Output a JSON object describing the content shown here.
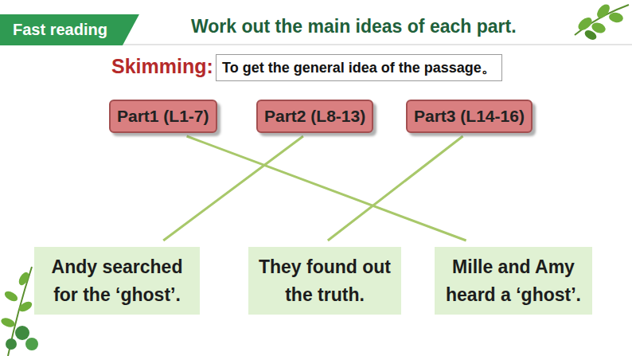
{
  "diagram": {
    "title": "Work out the main ideas of each part.",
    "nodes": [
      {
        "text": [
          "Fast reading"
        ]
      },
      {
        "text": [
          "To get the general idea of the passage。"
        ]
      },
      {
        "text": [
          "Part1 (L1-7)"
        ]
      },
      {
        "text": [
          "Part2 (L8-13)"
        ]
      },
      {
        "text": [
          "Part3 (L14-16)"
        ]
      },
      {
        "text": [
          "Andy searched for the ‘ghost’."
        ]
      },
      {
        "text": [
          "They found out the truth."
        ]
      },
      {
        "text": [
          "Mille and Amy heard a ‘ghost’."
        ]
      }
    ],
    "edges": [
      {
        "from": 2,
        "to": 7,
        "arrow": "none"
      },
      {
        "from": 3,
        "to": 5,
        "arrow": "none"
      },
      {
        "from": 4,
        "to": 6,
        "arrow": "none"
      }
    ],
    "labels": [
      "Skimming:"
    ]
  }
}
